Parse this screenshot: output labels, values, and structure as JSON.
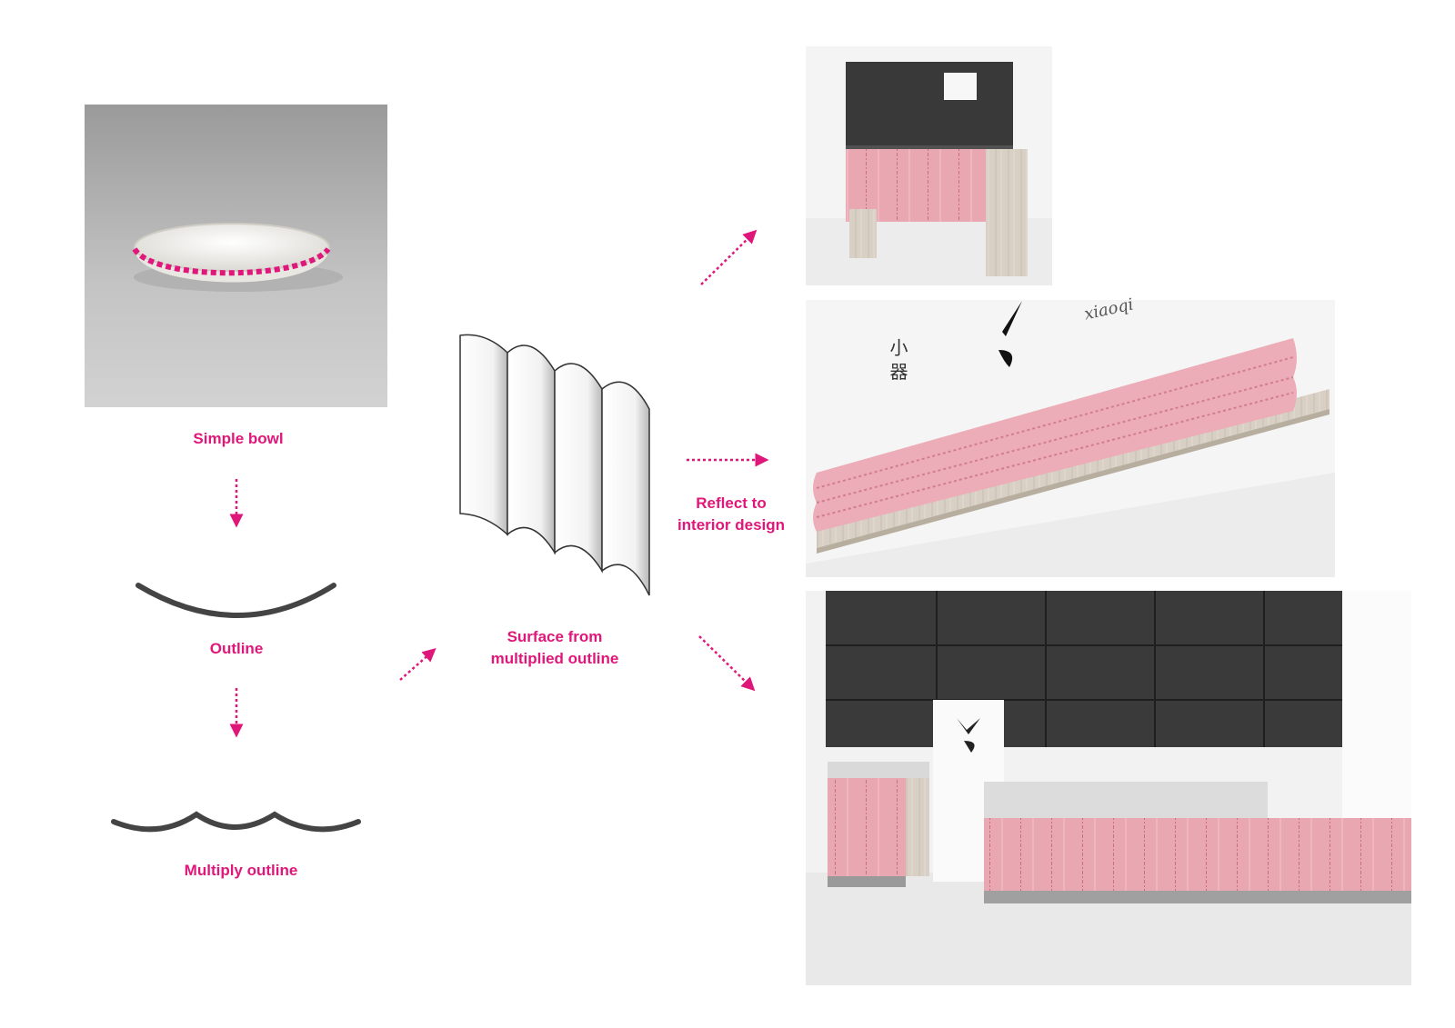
{
  "diagram": {
    "accent_color": "#e0177a",
    "outline_color": "#444444",
    "steps": {
      "bowl": {
        "label": "Simple bowl"
      },
      "outline": {
        "label": "Outline"
      },
      "multiply": {
        "label": "Multiply outline"
      },
      "surface": {
        "line1": "Surface from",
        "line2": "multiplied outline"
      },
      "reflect": {
        "line1": "Reflect to",
        "line2": "interior design"
      }
    },
    "renders": {
      "top": {
        "icon": "reception-desk-render"
      },
      "middle": {
        "icon": "wall-bench-render",
        "wall_text_cn": "小 器",
        "wall_text_script": "xiaoqi"
      },
      "bottom": {
        "icon": "counter-interior-render"
      }
    }
  }
}
